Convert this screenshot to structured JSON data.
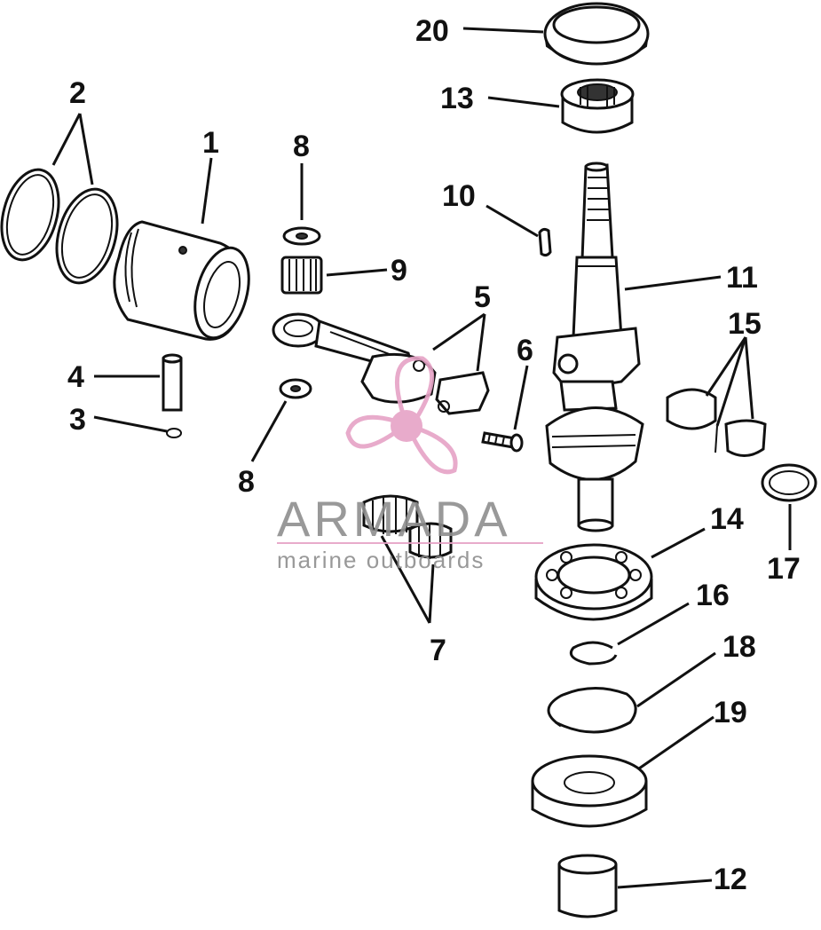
{
  "callouts": {
    "c1": "1",
    "c2": "2",
    "c3": "3",
    "c4": "4",
    "c5": "5",
    "c6": "6",
    "c7": "7",
    "c8a": "8",
    "c8b": "8",
    "c9": "9",
    "c10": "10",
    "c11": "11",
    "c12": "12",
    "c13": "13",
    "c14": "14",
    "c15": "15",
    "c16": "16",
    "c17": "17",
    "c18": "18",
    "c19": "19",
    "c20": "20"
  },
  "watermark": {
    "brand": "ARMADA",
    "tagline": "marine outboards",
    "color": "#e6a3c6",
    "icon": "propeller-icon"
  },
  "colors": {
    "ink": "#111111",
    "watermark_text": "#8e8e8e",
    "watermark_logo": "#e6a3c6"
  }
}
